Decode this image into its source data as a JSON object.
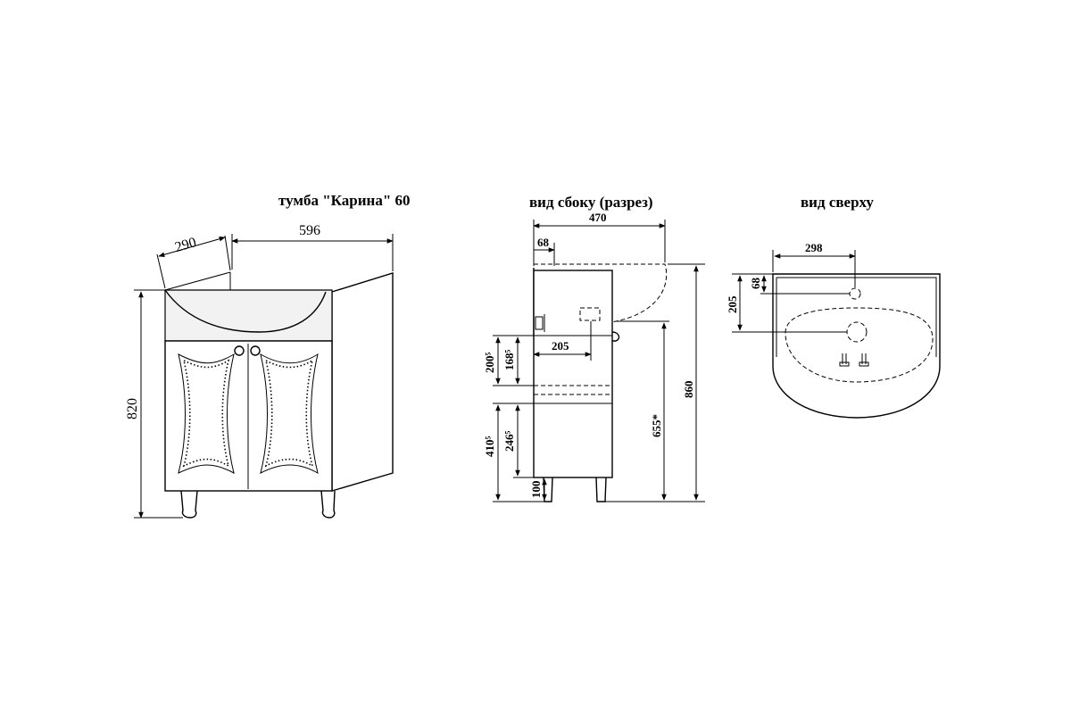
{
  "titles": {
    "front": "тумба \"Карина\" 60",
    "side": "вид сбоку (разрез)",
    "top": "вид сверху"
  },
  "front_dims": {
    "depth": "290",
    "width": "596",
    "height": "820"
  },
  "side_dims": {
    "depth": "470",
    "offset": "68",
    "drain_offset": "205",
    "h_upper_outer": "200⁵",
    "h_upper_inner": "168⁵",
    "h_lower_outer": "410⁵",
    "h_lower_inner": "246⁵",
    "leg": "100",
    "to_basin": "655*",
    "total": "860"
  },
  "top_dims": {
    "width": "298",
    "y_small": "68",
    "y_large": "205"
  }
}
